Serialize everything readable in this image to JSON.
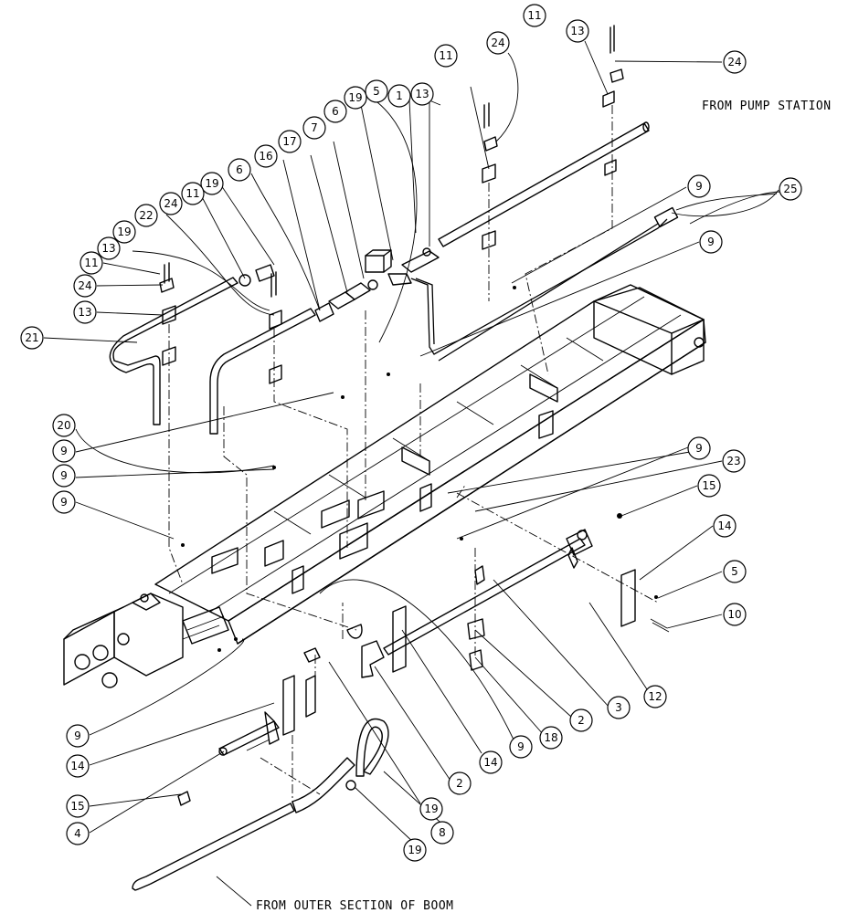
{
  "captions": {
    "pump_station": "FROM PUMP STATION",
    "outer_section": "FROM OUTER SECTION OF BOOM"
  },
  "callouts": [
    "11",
    "24",
    "13",
    "11",
    "24",
    "13",
    "1",
    "5",
    "19",
    "6",
    "7",
    "17",
    "16",
    "6",
    "19",
    "11",
    "24",
    "22",
    "19",
    "13",
    "11",
    "24",
    "13",
    "21",
    "9",
    "25",
    "9",
    "20",
    "9",
    "9",
    "9",
    "9",
    "23",
    "15",
    "14",
    "5",
    "10",
    "12",
    "3",
    "2",
    "18",
    "9",
    "14",
    "2",
    "19",
    "8",
    "19",
    "9",
    "14",
    "15",
    "4"
  ]
}
